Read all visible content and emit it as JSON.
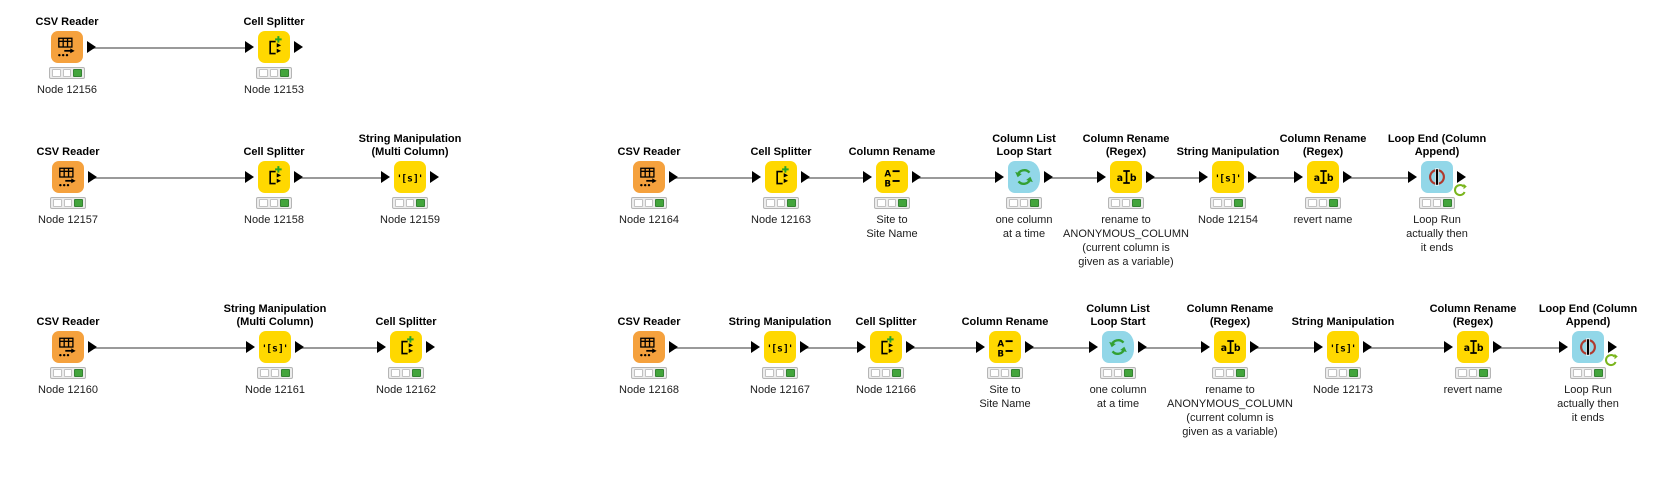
{
  "colors": {
    "csv_reader_node": "#F5A13D",
    "manipulation_node": "#FFD800",
    "loop_node": "#92D7E8",
    "status_executed_green": "#43A53C",
    "connection": "#9A9A9A"
  },
  "icons": {
    "csv_reader": "table-with-arrow-icon",
    "cell_splitter": "cell-split-arrows-icon",
    "string_manipulation": "string-brackets-icon",
    "column_rename": "column-rename-ab-icon",
    "column_rename_regex": "a-ibeam-b-icon",
    "column_list_loop_start": "green-loop-arrows-icon",
    "loop_end": "red-circle-bar-icon",
    "loop_executed_badge": "green-refresh-badge-icon"
  },
  "chains": [
    {
      "name": "chain-1",
      "nodes": [
        {
          "title": "CSV Reader",
          "note": "Node 12156"
        },
        {
          "title": "Cell Splitter",
          "note": "Node 12153"
        }
      ]
    },
    {
      "name": "chain-2",
      "nodes": [
        {
          "title": "CSV Reader",
          "note": "Node 12157"
        },
        {
          "title": "Cell Splitter",
          "note": "Node 12158"
        },
        {
          "title": "String Manipulation\n(Multi Column)",
          "note": "Node 12159"
        }
      ]
    },
    {
      "name": "chain-3",
      "nodes": [
        {
          "title": "CSV Reader",
          "note": "Node 12160"
        },
        {
          "title": "String Manipulation\n(Multi Column)",
          "note": "Node 12161"
        },
        {
          "title": "Cell Splitter",
          "note": "Node 12162"
        }
      ]
    },
    {
      "name": "chain-4",
      "nodes": [
        {
          "title": "CSV Reader",
          "note": "Node 12164"
        },
        {
          "title": "Cell Splitter",
          "note": "Node 12163"
        },
        {
          "title": "Column Rename",
          "note": "Site to\nSite Name"
        },
        {
          "title": "Column List\nLoop Start",
          "note": "one column\nat a time"
        },
        {
          "title": "Column Rename\n(Regex)",
          "note": "rename to\nANONYMOUS_COLUMN\n(current column is\ngiven as a variable)"
        },
        {
          "title": "String Manipulation",
          "note": "Node 12154"
        },
        {
          "title": "Column Rename\n(Regex)",
          "note": "revert name"
        },
        {
          "title": "Loop End (Column\nAppend)",
          "note": "Loop Run\nactually then\nit ends"
        }
      ]
    },
    {
      "name": "chain-5",
      "nodes": [
        {
          "title": "CSV Reader",
          "note": "Node 12168"
        },
        {
          "title": "String Manipulation",
          "note": "Node 12167"
        },
        {
          "title": "Cell Splitter",
          "note": "Node 12166"
        },
        {
          "title": "Column Rename",
          "note": "Site to\nSite Name"
        },
        {
          "title": "Column List\nLoop Start",
          "note": "one column\nat a time"
        },
        {
          "title": "Column Rename\n(Regex)",
          "note": "rename to\nANONYMOUS_COLUMN\n(current column is\ngiven as a variable)"
        },
        {
          "title": "String Manipulation",
          "note": "Node 12173"
        },
        {
          "title": "Column Rename\n(Regex)",
          "note": "revert name"
        },
        {
          "title": "Loop End (Column\nAppend)",
          "note": "Loop Run\nactually then\nit ends"
        }
      ]
    }
  ]
}
